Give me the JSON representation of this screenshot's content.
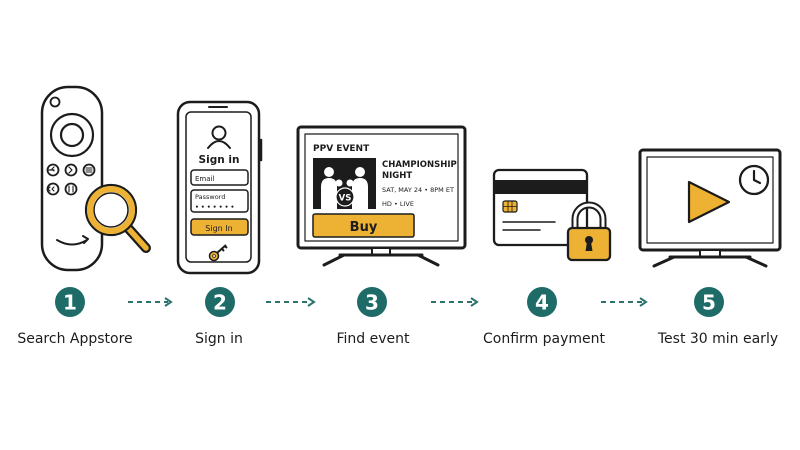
{
  "colors": {
    "accent": "#EDB234",
    "step_circle": "#1E6B68",
    "arrow": "#2C7370",
    "ink": "#1C1C1C"
  },
  "steps": [
    {
      "number": "1",
      "label": "Search Appstore"
    },
    {
      "number": "2",
      "label": "Sign in"
    },
    {
      "number": "3",
      "label": "Find event"
    },
    {
      "number": "4",
      "label": "Confirm payment"
    },
    {
      "number": "5",
      "label": "Test 30 min early"
    }
  ],
  "phone": {
    "title": "Sign in",
    "email_label": "Email",
    "password_label": "Password",
    "password_mask": "• • • • • • •",
    "button_label": "Sign In"
  },
  "tv": {
    "header": "PPV EVENT",
    "title_line1": "CHAMPIONSHIP",
    "title_line2": "NIGHT",
    "vs_label": "VS",
    "date": "SAT, MAY 24 • 8PM ET",
    "quality": "HD • LIVE",
    "buy_label": "Buy"
  },
  "icons": [
    "remote-icon",
    "magnifier-icon",
    "user-icon",
    "key-icon",
    "fighters-icon",
    "credit-card-icon",
    "padlock-icon",
    "play-icon",
    "clock-icon"
  ]
}
